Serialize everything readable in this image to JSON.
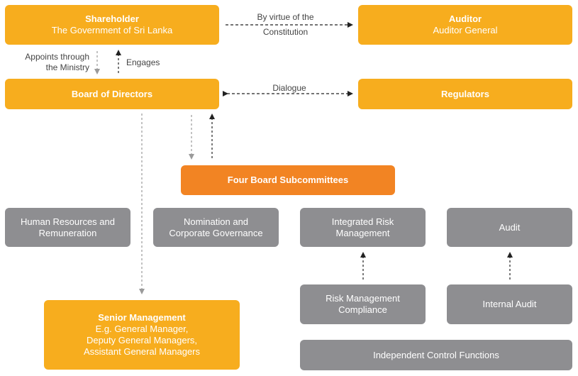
{
  "nodes": {
    "shareholder": {
      "title": "Shareholder",
      "subtitle": "The Government of Sri Lanka"
    },
    "auditor": {
      "title": "Auditor",
      "subtitle": "Auditor General"
    },
    "board": {
      "title": "Board of Directors"
    },
    "regulators": {
      "title": "Regulators"
    },
    "subcommittees": {
      "title": "Four Board Subcommittees"
    },
    "hr": {
      "line1": "Human Resources and",
      "line2": "Remuneration"
    },
    "nomination": {
      "line1": "Nomination and",
      "line2": "Corporate Governance"
    },
    "integrated_risk": {
      "line1": "Integrated Risk",
      "line2": "Management"
    },
    "audit": {
      "title": "Audit"
    },
    "senior_mgmt": {
      "title": "Senior Management",
      "line1": "E.g. General Manager,",
      "line2": "Deputy General Managers,",
      "line3": "Assistant General Managers"
    },
    "risk_compliance": {
      "line1": "Risk Management",
      "line2": "Compliance"
    },
    "internal_audit": {
      "title": "Internal Audit"
    },
    "control_functions": {
      "title": "Independent Control Functions"
    }
  },
  "edges": {
    "constitution": {
      "line1": "By virtue of the",
      "line2": "Constitution"
    },
    "appoints": {
      "line1": "Appoints through",
      "line2": "the Ministry"
    },
    "engages": {
      "label": "Engages"
    },
    "dialogue": {
      "label": "Dialogue"
    }
  },
  "colors": {
    "yellow": "#f7ad1e",
    "orange": "#f28423",
    "grey": "#8e8e91",
    "arrow_dark": "#222222",
    "arrow_light": "#9a9a9a"
  }
}
